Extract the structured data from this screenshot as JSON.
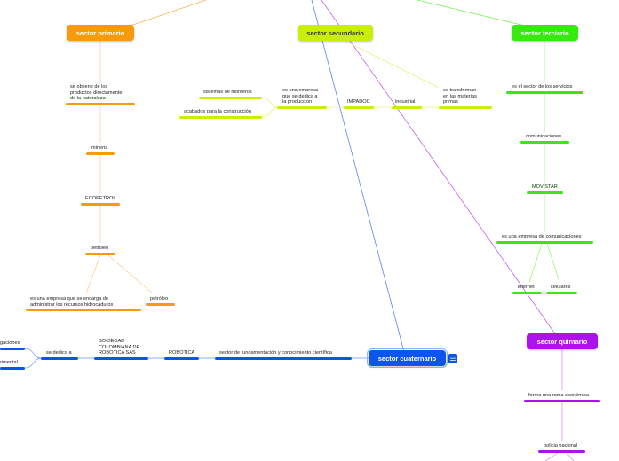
{
  "colors": {
    "primario": "#f79b0a",
    "secundario": "#c8ee0a",
    "terciario": "#36e90e",
    "cuaternario": "#0a55f0",
    "quintario": "#aa12ee"
  },
  "nodes": {
    "primario": "sector primario",
    "secundario": "sector secundario",
    "terciario": "sector terciario",
    "cuaternario": "sector cuaternario",
    "quintario": "sector  quintario"
  },
  "primario": {
    "def": [
      "se obtiene de los",
      "productos directamente",
      "de la naturaleza"
    ],
    "mineria": "mineria",
    "ecopetrol": "ECOPETROL",
    "petroleo": "petróleo",
    "empresa": [
      "es una empresa que se encarga de",
      "administrar los recursos hidrocaduros"
    ],
    "petroleo2": "petróleo"
  },
  "secundario": {
    "def": [
      "es una empresa",
      "que se dedica a",
      "la produccion"
    ],
    "impadoc": "IMPADOC",
    "industrial": "industrial",
    "transforman": [
      "se transforman",
      "en las  materias",
      "primas"
    ],
    "monteros": "sistemas de monteros",
    "acabados": "acabados para la construcción"
  },
  "terciario": {
    "def": "es el sector de los servicios",
    "comunicaciones": "comunicaciones",
    "movistar": "MOVISTAR",
    "empresa": "es una empresa de comunicaciones",
    "internet": "internet",
    "celulares": "celulares"
  },
  "cuaternario": {
    "fundamentacion": "sector de fundamentación  y conocimiento científica",
    "robotica": "ROBOTICA",
    "sociedad": [
      "SOCIEDAD",
      "COLOMBIANA DE",
      "ROBOTICA SAS"
    ],
    "dedica": "se dedica a",
    "cut1": "gaciones",
    "cut2": "rimental"
  },
  "quintario": {
    "rama": "forma una rama económica",
    "policia": "policia nacional"
  },
  "icons": {
    "menu": "menu-icon"
  }
}
